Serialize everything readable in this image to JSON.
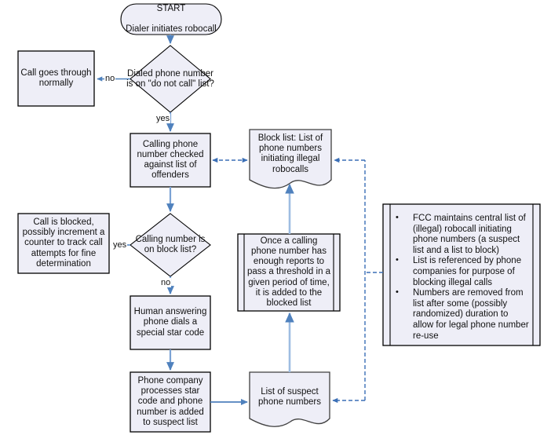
{
  "diagram": {
    "title": "Robocall blocking process flowchart",
    "colors": {
      "node_fill": "#eeeef7",
      "node_stroke": "#000000",
      "connector_solid": "#4f81bd",
      "connector_dashed": "#4f81bd",
      "doc_stroke": "#404040",
      "text": "#111111"
    }
  },
  "nodes": {
    "start": {
      "shape": "terminator",
      "line1": "START",
      "line2": "Dialer initiates robocall"
    },
    "decision_do_not_call": {
      "shape": "decision",
      "text": "Dialed phone number is on \"do not call\" list?"
    },
    "call_goes_through": {
      "shape": "process",
      "text": "Call goes through normally"
    },
    "calling_number_checked": {
      "shape": "process",
      "text": "Calling phone number checked against list of offenders"
    },
    "block_list": {
      "shape": "document",
      "text": "Block list:  List of phone numbers initiating illegal robocalls"
    },
    "decision_block_list": {
      "shape": "decision",
      "text": "Calling number is on block list?"
    },
    "call_is_blocked": {
      "shape": "process",
      "text": "Call is blocked, possibly increment a counter to track call attempts for fine determination"
    },
    "threshold_process": {
      "shape": "predefined-process",
      "text": "Once a calling phone number has enough reports to pass a threshold in a given period of time, it is added to the blocked list"
    },
    "human_star_code": {
      "shape": "process",
      "text": "Human answering phone dials a special star code"
    },
    "phone_company_processes": {
      "shape": "process",
      "text": "Phone company processes star code and phone number is added to suspect list"
    },
    "suspect_list": {
      "shape": "document",
      "text": "List of suspect phone numbers"
    },
    "fcc_notes": {
      "shape": "predefined-process",
      "bullets": [
        "FCC maintains central list of (illegal) robocall initiating phone numbers (a suspect list and a list to block)",
        "List is referenced by phone companies for purpose of blocking illegal calls",
        "Numbers are removed from list after some (possibly randomized) duration to allow for legal phone number re-use"
      ]
    }
  },
  "edge_labels": {
    "do_not_call_no": "no",
    "do_not_call_yes": "yes",
    "block_list_yes": "yes",
    "block_list_no": "no"
  }
}
